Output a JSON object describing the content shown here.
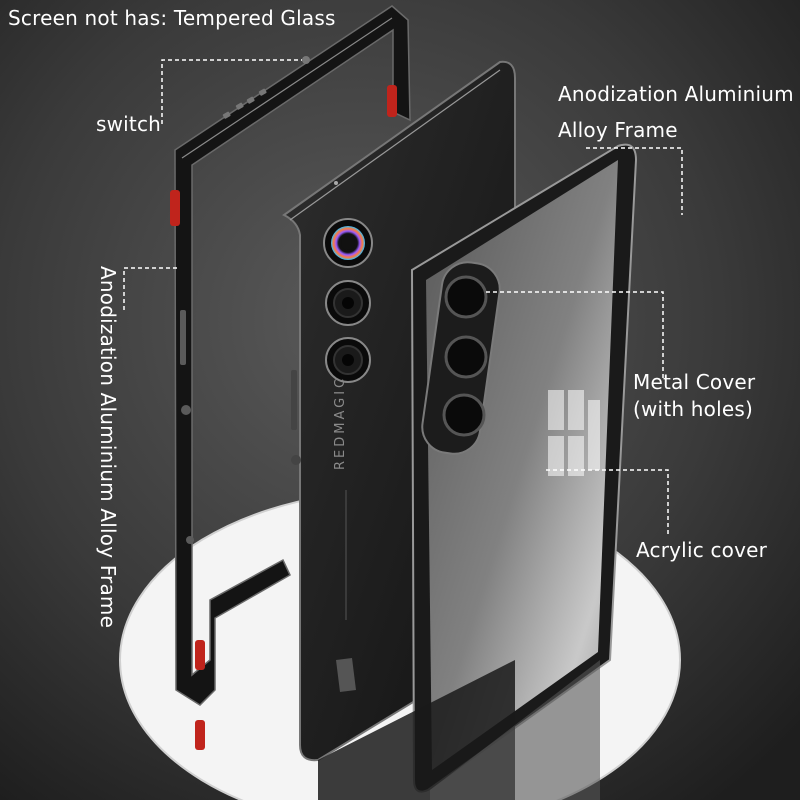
{
  "labels": {
    "top_note": "Screen not has: Tempered Glass",
    "switch": "switch",
    "frame_right_line1": "Anodization Aluminium",
    "frame_right_line2": "Alloy Frame",
    "frame_vertical": "Anodization Aluminium Alloy Frame",
    "metal_cover_line1": "Metal Cover",
    "metal_cover_line2": "(with holes)",
    "acrylic": "Acrylic cover"
  },
  "phone_brand_text": "REDMAGIC",
  "colors": {
    "background": "#2c2c2c",
    "frame_metal": "#1a1a1a",
    "accent_red": "#c0241c",
    "pedestal": "#ffffff"
  }
}
